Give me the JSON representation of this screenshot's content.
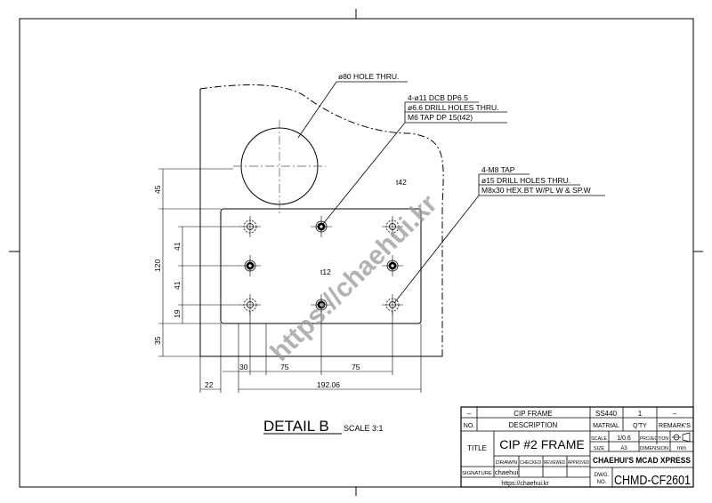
{
  "notes": {
    "hole80": "ø80 HOLE THRU.",
    "m6_lines": [
      "4-ø11 DCB DP6.5",
      "ø6.6 DRILL HOLES THRU.",
      "M6 TAP DP 15(t42)"
    ],
    "m8_lines": [
      "4-M8 TAP",
      "ø15 DRILL HOLES THRU.",
      "M8x30 HEX.BT W/PL W & SP.W"
    ],
    "t42": "t42",
    "t12": "t12"
  },
  "dimensions": {
    "v45": "45",
    "v120": "120",
    "v35": "35",
    "v41a": "41",
    "v41b": "41",
    "v19": "19",
    "h30": "30",
    "h75a": "75",
    "h75b": "75",
    "h22": "22",
    "h192": "192.06"
  },
  "detail": {
    "label": "DETAIL B",
    "scale": "SCALE 3:1"
  },
  "watermark": "https://chaehui.kr",
  "title_block": {
    "row1": {
      "no": "–",
      "description": "CIP FRAME",
      "material": "SS440",
      "qty": "1",
      "remarks": "–"
    },
    "headers": {
      "no": "NO.",
      "description": "DESCRIPTION",
      "material": "MATRIAL",
      "qty": "Q'TY",
      "remarks": "REMARK'S"
    },
    "title_label": "TITLE",
    "title": "CIP #2 FRAME",
    "scale_label": "SCALE",
    "scale": "1/0.6",
    "projection_label": "PROJECTION",
    "size_label": "SIZE",
    "size": "A3",
    "dimension_label": "DIMENSION",
    "dimension": "mm",
    "drawn": "DRAWN",
    "checked": "CHECKED",
    "reviewed": "REVIEWED",
    "approved": "APPROVED",
    "signature_label": "SIGNATURE",
    "signature": "chaehui",
    "company": "CHAEHUI'S MCAD XPRESS",
    "url": "https://chaehui.kr",
    "dwg_label1": "DWG.",
    "dwg_label2": "NO.",
    "dwg_no": "CHMD-CF2601"
  }
}
